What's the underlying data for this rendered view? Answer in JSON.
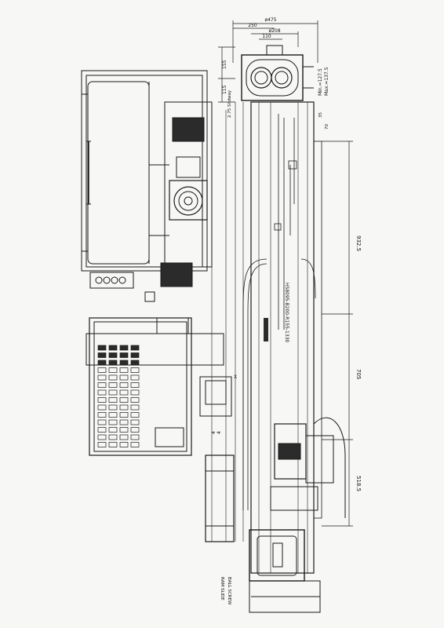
{
  "dimensions": {
    "top_total": "ø475",
    "top_250": "250",
    "top_208": "ø208",
    "top_110": "110",
    "left_155": "155",
    "left_115": "115",
    "right_min": "Min.=127.5",
    "right_max": "Max.=137.5",
    "right_35": "35",
    "right_70": "70",
    "long_9325": "932.5",
    "long_705": "705",
    "long_5185": "518.5",
    "label_bottom": "2.75 Slidway"
  },
  "labels": {
    "spec": "HS8095-B200-R155-1330",
    "ram_slide": "RAM SLIDE",
    "ball_screw": "BALL SCREW",
    "mark_a": "4",
    "mark_b": "4",
    "mark_c": "X"
  },
  "colors": {
    "line": "#1a1a1a",
    "fill_dark": "#2b2b2b",
    "paper": "#f7f7f5"
  }
}
